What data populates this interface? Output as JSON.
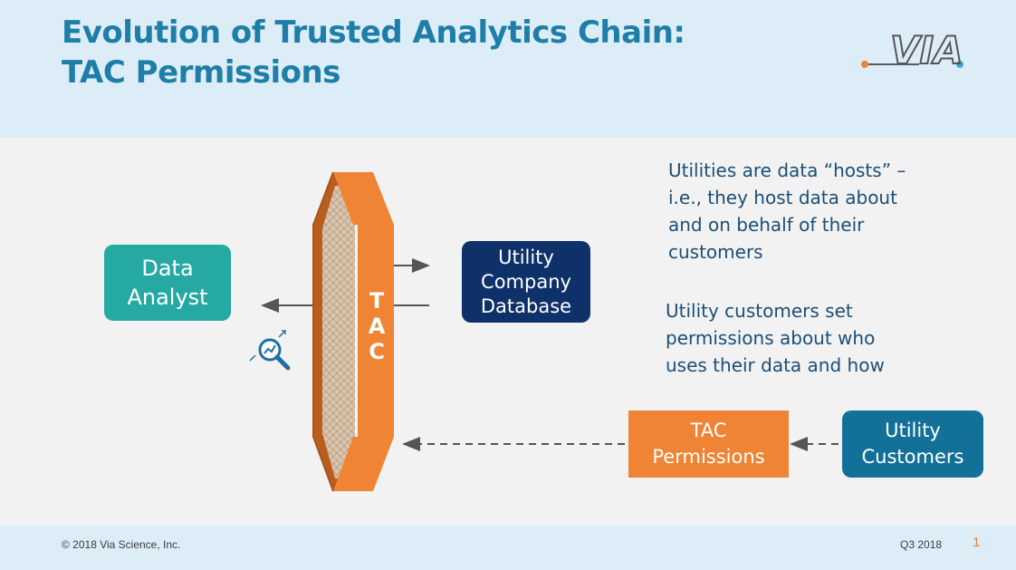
{
  "header": {
    "title_line1": "Evolution of Trusted Analytics Chain:",
    "title_line2": "TAC Permissions",
    "logo_text": "VIA"
  },
  "diagram": {
    "analyst": {
      "line1": "Data",
      "line2": "Analyst"
    },
    "utility_db": {
      "line1": "Utility",
      "line2": "Company",
      "line3": "Database"
    },
    "tac_letters": [
      "T",
      "A",
      "C"
    ],
    "tac_permissions": {
      "line1": "TAC",
      "line2": "Permissions"
    },
    "utility_customers": {
      "line1": "Utility",
      "line2": "Customers"
    },
    "note1": [
      "Utilities are data “hosts” –",
      "i.e., they host data about",
      "and on behalf of their",
      "customers"
    ],
    "note2": [
      "Utility customers set",
      "permissions about who",
      "uses their data and how"
    ],
    "colors": {
      "analyst": "#26a9a3",
      "utility_db": "#0f3169",
      "tac": "#ee8434",
      "customers": "#137099",
      "title": "#1f7ea8"
    },
    "icons": [
      "analytics-magnifier-icon"
    ]
  },
  "footer": {
    "copyright": "© 2018 Via Science, Inc.",
    "quarter": "Q3 2018",
    "page": "1"
  }
}
